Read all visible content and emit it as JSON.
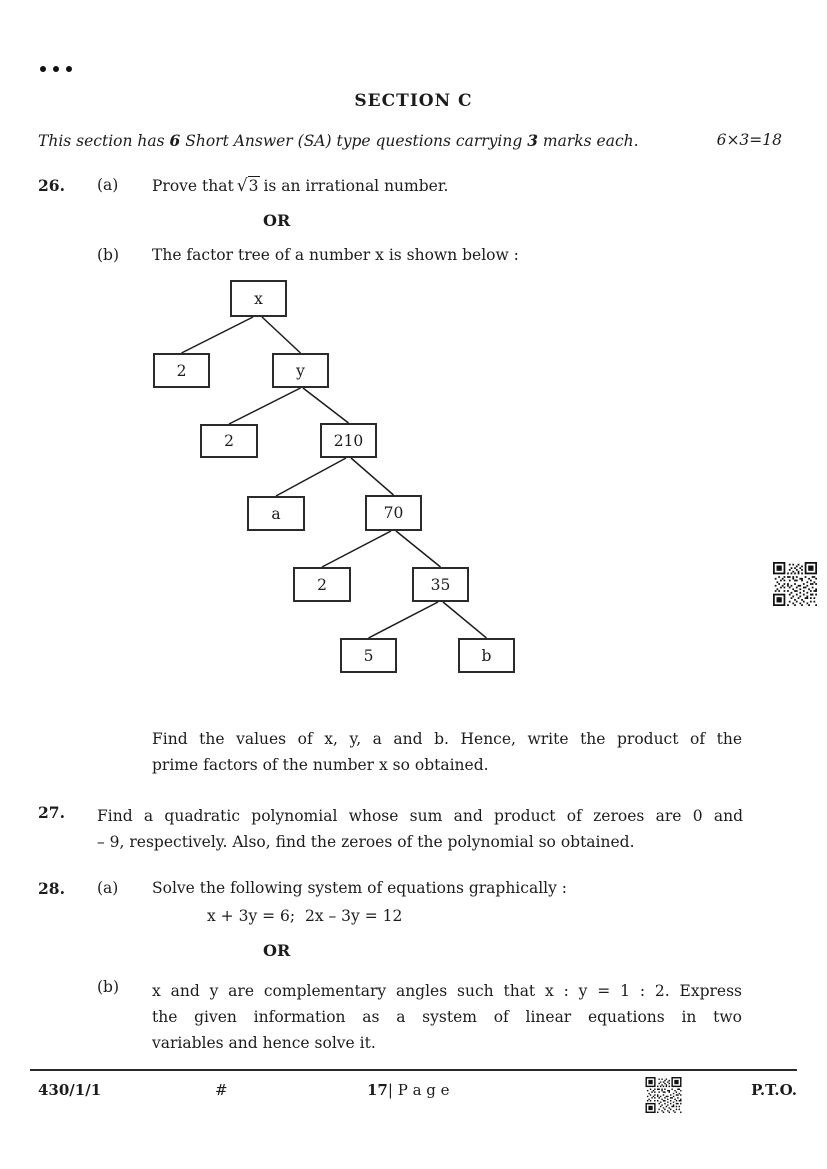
{
  "header": {
    "section_title": "SECTION C",
    "instruction": {
      "part1": "This section has ",
      "bold1": "6",
      "part2": " Short Answer (SA) type questions carrying ",
      "bold2": "3",
      "part3": " marks each.",
      "marks": "6×3=18"
    }
  },
  "q26": {
    "number": "26.",
    "part_a": {
      "label": "(a)",
      "text_before_sqrt": "Prove that",
      "sqrt_sign": "√",
      "sqrt_radicand": "3",
      "text_after_sqrt": "is an irrational number."
    },
    "or_label": "OR",
    "part_b": {
      "label": "(b)",
      "intro": "The factor tree of a number x is shown below :",
      "followup_line1": "Find the values of x, y, a and b. Hence, write the product of the",
      "followup_line2": "prime factors of the number x so obtained."
    }
  },
  "factor_tree": {
    "nodes": [
      {
        "label": "x"
      },
      {
        "label": "2"
      },
      {
        "label": "y"
      },
      {
        "label": "2"
      },
      {
        "label": "210"
      },
      {
        "label": "a"
      },
      {
        "label": "70"
      },
      {
        "label": "2"
      },
      {
        "label": "35"
      },
      {
        "label": "5"
      },
      {
        "label": "b"
      }
    ]
  },
  "q27": {
    "number": "27.",
    "line1": "Find a quadratic polynomial whose sum and product of zeroes are 0 and",
    "line2": "– 9, respectively. Also, find the zeroes of the polynomial so obtained."
  },
  "q28": {
    "number": "28.",
    "part_a": {
      "label": "(a)",
      "text": "Solve the following system of equations graphically :",
      "equation": "x + 3y = 6;  2x – 3y = 12"
    },
    "or_label": "OR",
    "part_b": {
      "label": "(b)",
      "line1": "x and y are complementary angles such that x : y = 1 : 2. Express",
      "line2": "the given information as a system of linear equations in two",
      "line3": "variables and hence solve it."
    }
  },
  "footer": {
    "paper_code": "430/1/1",
    "hash": "#",
    "page_number": "17",
    "page_sep": "| ",
    "page_word": "P a g e",
    "pto": "P.T.O."
  }
}
